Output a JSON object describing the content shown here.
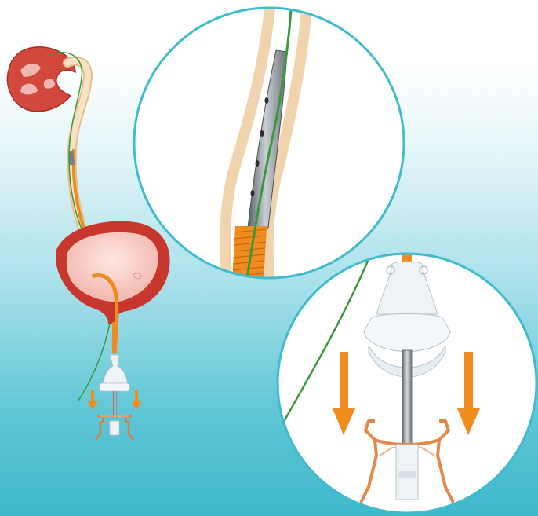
{
  "figure": {
    "panels": [
      "overview",
      "stent-tip-detail",
      "pusher-detail"
    ],
    "colors": {
      "background_top": "#ffffff",
      "background_bottom": "#3fb8cc",
      "circle_border": "#3fbccc",
      "guidewire": "#3a9a3a",
      "stent_orange": "#f08c1e",
      "kidney": "#d2483c",
      "bladder": "#c8372d",
      "ureter": "#f3d6b0",
      "arrow": "#f08c1e",
      "metal": "#8a8f96"
    }
  }
}
